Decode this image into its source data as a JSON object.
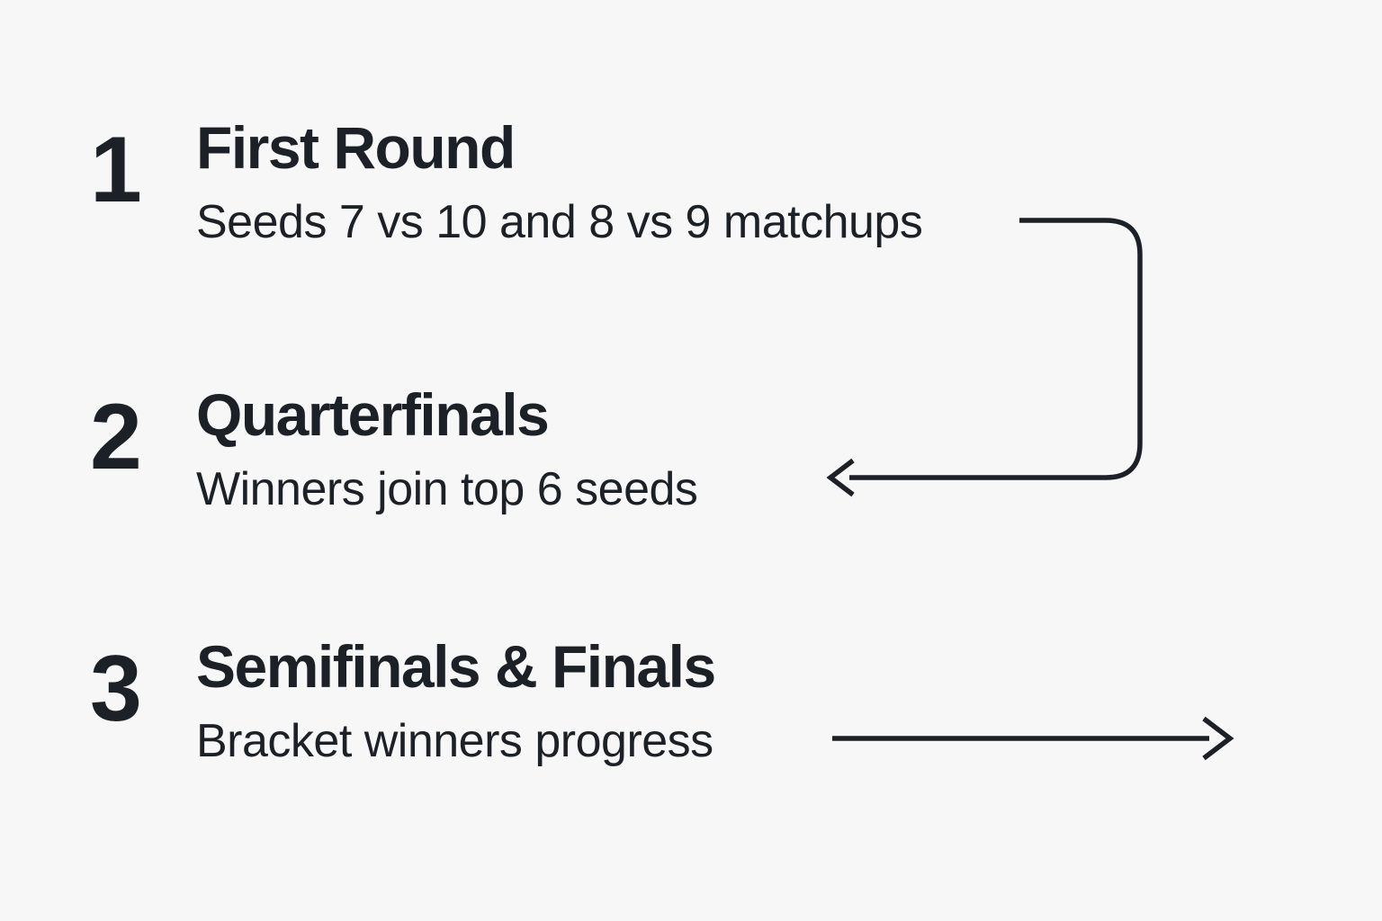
{
  "page": {
    "background_color": "#f7f7f8",
    "text_color": "#1c2128",
    "arrow_color": "#1c2128"
  },
  "steps": [
    {
      "number": "1",
      "title": "First Round",
      "description": "Seeds 7 vs 10 and 8 vs 9 matchups"
    },
    {
      "number": "2",
      "title": "Quarterfinals",
      "description": "Winners join top 6 seeds"
    },
    {
      "number": "3",
      "title": "Semifinals & Finals",
      "description": "Bracket winners progress"
    }
  ],
  "arrows": {
    "step1_to_step2": "elbow-arrow-left",
    "step3_outflow": "arrow-right"
  }
}
